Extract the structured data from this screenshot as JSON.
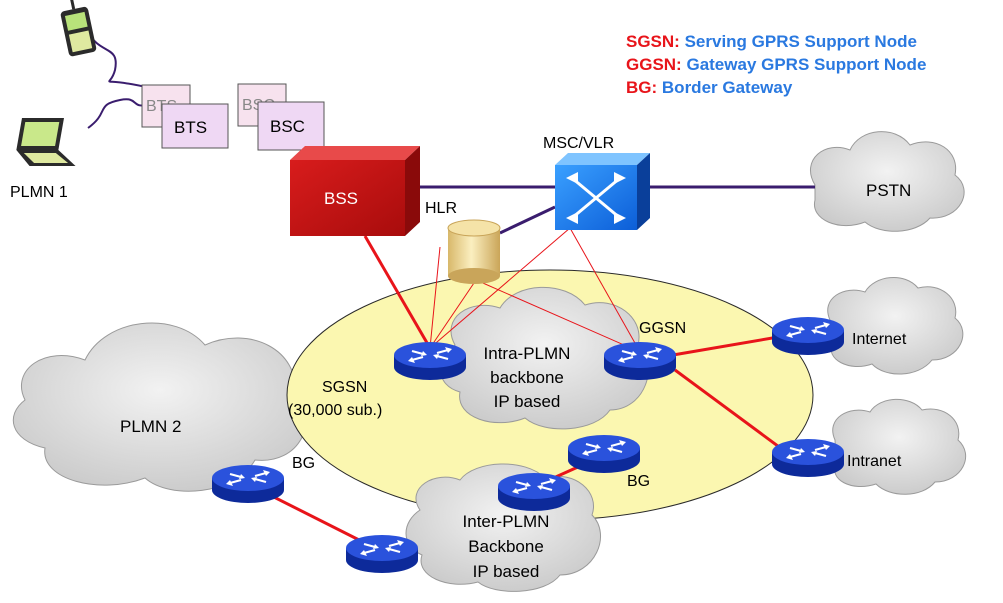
{
  "legend": [
    {
      "abbr": "SGSN:",
      "desc": "Serving GPRS Support Node"
    },
    {
      "abbr": "GGSN:",
      "desc": "Gateway GPRS Support Node"
    },
    {
      "abbr": "BG:",
      "desc": "Border Gateway"
    }
  ],
  "labels": {
    "plmn1": "PLMN 1",
    "bts_back": "BTS",
    "bts_front": "BTS",
    "bsc_back": "BSC",
    "bsc_front": "BSC",
    "bss": "BSS",
    "msc": "MSC/VLR",
    "hlr": "HLR",
    "pstn": "PSTN",
    "ggsn": "GGSN",
    "sgsn": "SGSN",
    "sgsn_sub": "(30,000 sub.)",
    "intra_1": "Intra-PLMN",
    "intra_2": "backbone",
    "intra_3": "IP based",
    "internet": "Internet",
    "intranet": "Intranet",
    "plmn2": "PLMN 2",
    "bg_left": "BG",
    "bg_right": "BG",
    "inter_1": "Inter-PLMN",
    "inter_2": "Backbone",
    "inter_3": "IP based"
  },
  "colors": {
    "link_red": "#e8141a",
    "link_purple": "#3a1d6e",
    "router_blue": "#1a3cc8",
    "bss_red": "#c81414",
    "ellipse_yellow": "#fbf7b0",
    "cloud_gray": "#d6d6d6"
  }
}
